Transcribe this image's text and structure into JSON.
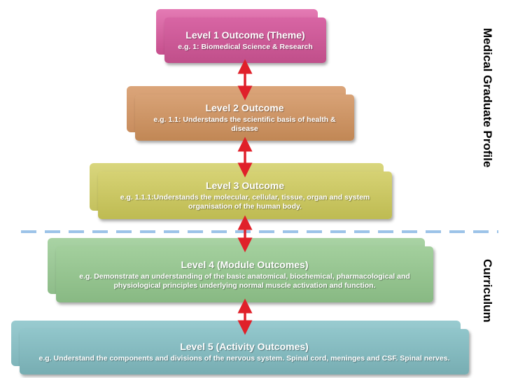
{
  "levels": [
    {
      "title": "Level 1 Outcome (Theme)",
      "desc": "e.g. 1: Biomedical Science & Research"
    },
    {
      "title": "Level 2 Outcome",
      "desc": "e.g. 1.1: Understands the scientific basis of health & disease"
    },
    {
      "title": "Level 3 Outcome",
      "desc": "e.g. 1.1.1:Understands the molecular, cellular, tissue, organ and system organisation of the human body."
    },
    {
      "title": "Level 4 (Module Outcomes)",
      "desc": "e.g. Demonstrate an understanding of the basic anatomical, biochemical, pharmacological and physiological principles underlying normal muscle activation and function."
    },
    {
      "title": "Level 5 (Activity Outcomes)",
      "desc": "e.g. Understand the components and divisions of the nervous system.  Spinal cord, meninges and CSF.  Spinal nerves."
    }
  ],
  "side_labels": {
    "top": "Medical Graduate Profile",
    "bottom": "Curriculum"
  },
  "colors": {
    "level1": "#cf5a99",
    "level2": "#cd9362",
    "level3": "#c9c660",
    "level4": "#97c492",
    "level5": "#84b9be",
    "arrow": "#e0202a",
    "divider": "#9cc3e8"
  }
}
